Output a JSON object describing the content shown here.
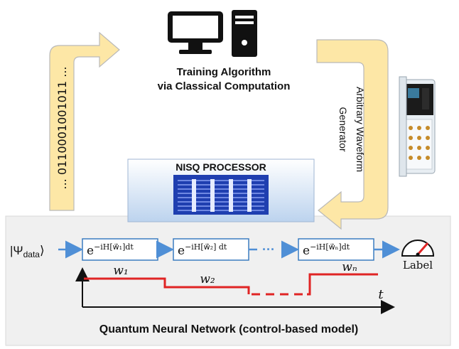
{
  "top": {
    "algorithm_line1": "Training Algorithm",
    "algorithm_line2": "via Classical Computation",
    "binary_string": "... 0110001001011 ...",
    "awg_line1": "Arbitrary Waveform",
    "awg_line2": "Generator"
  },
  "processor": {
    "title": "NISQ PROCESSOR"
  },
  "network": {
    "input_state": "|Ψ",
    "input_sub": "data",
    "input_close": "⟩",
    "gates": [
      {
        "base": "e",
        "exponent": "−iH[w⃗₁]dt"
      },
      {
        "base": "e",
        "exponent": "−iH[w⃗₂] dt"
      },
      {
        "base": "e",
        "exponent": "−iH[w⃗ₙ]dt"
      }
    ],
    "ellipsis": "···",
    "output_label": "Label",
    "pulse_labels": [
      "w₁",
      "w₂",
      "wₙ"
    ],
    "time_label": "t",
    "caption": "Quantum Neural Network (control-based  model)"
  },
  "colors": {
    "arrow_fill": "#fde7a6",
    "arrow_stroke": "#b9b9b9",
    "panel_bg": "#f0f0f0",
    "gate_stroke": "#3a7cc0",
    "flow_arrow": "#4f8fd6",
    "pulse": "#e02424",
    "chip": "#1f3fb0"
  },
  "icons": [
    "computer-icon",
    "awg-device-icon",
    "chip-icon",
    "meter-icon"
  ]
}
